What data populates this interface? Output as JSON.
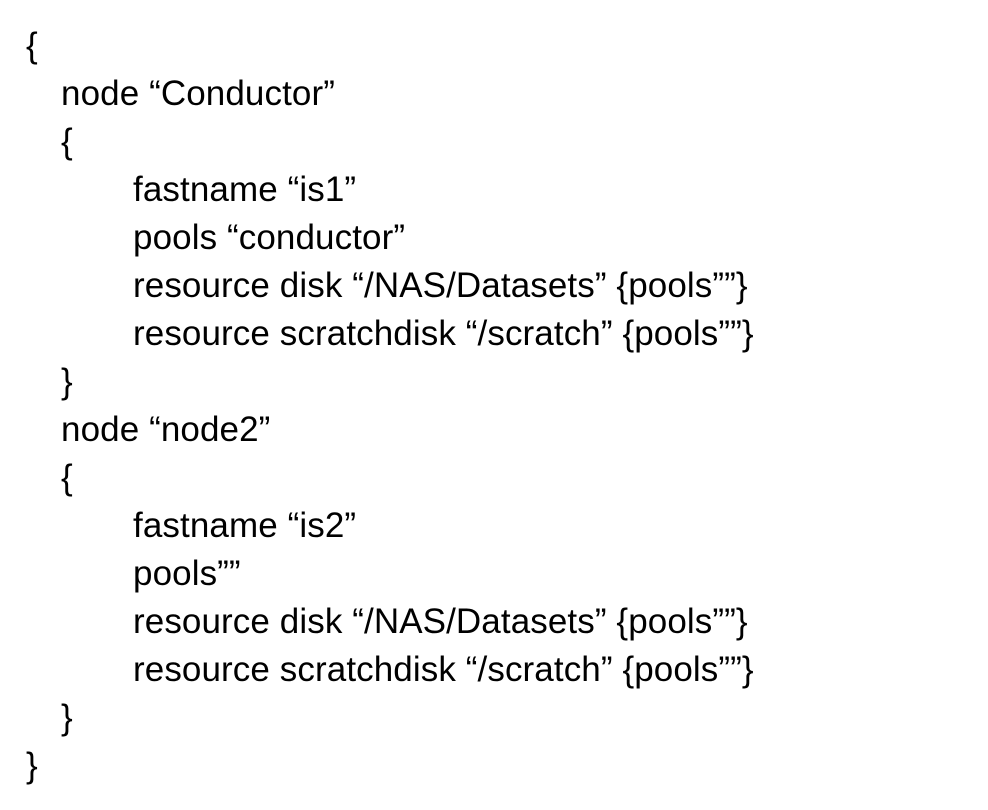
{
  "document": {
    "type": "configuration-file-listing",
    "background_color": "#ffffff",
    "text_color": "#000000",
    "lines": [
      {
        "indent": 0,
        "text": "{"
      },
      {
        "indent": 1,
        "text": "node “Conductor”"
      },
      {
        "indent": 1,
        "text": "{"
      },
      {
        "indent": 2,
        "text": "fastname “is1”"
      },
      {
        "indent": 2,
        "text": "pools “conductor”"
      },
      {
        "indent": 2,
        "text": "resource disk “/NAS/Datasets” {pools””}"
      },
      {
        "indent": 2,
        "text": "resource scratchdisk “/scratch” {pools””}"
      },
      {
        "indent": 1,
        "text": "}"
      },
      {
        "indent": 1,
        "text": "node “node2”"
      },
      {
        "indent": 1,
        "text": "{"
      },
      {
        "indent": 2,
        "text": "fastname “is2”"
      },
      {
        "indent": 2,
        "text": "pools””"
      },
      {
        "indent": 2,
        "text": "resource disk “/NAS/Datasets” {pools””}"
      },
      {
        "indent": 2,
        "text": "resource scratchdisk “/scratch” {pools””}"
      },
      {
        "indent": 1,
        "text": "}"
      },
      {
        "indent": 0,
        "text": "}"
      }
    ]
  }
}
